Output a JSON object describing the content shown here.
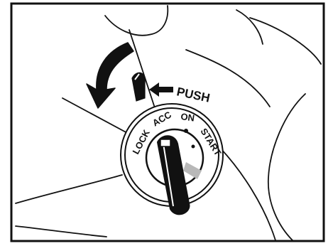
{
  "labels": {
    "push": "PUSH",
    "lock": "LOCK",
    "acc": "ACC",
    "on": "ON",
    "start": "START"
  },
  "colors": {
    "ink": "#111111",
    "paper": "#ffffff",
    "highlight": "#b8b8b8"
  },
  "icons": {
    "rotation": "curved-arrow-icon",
    "push": "arrow-left-icon",
    "key": "key-icon"
  }
}
